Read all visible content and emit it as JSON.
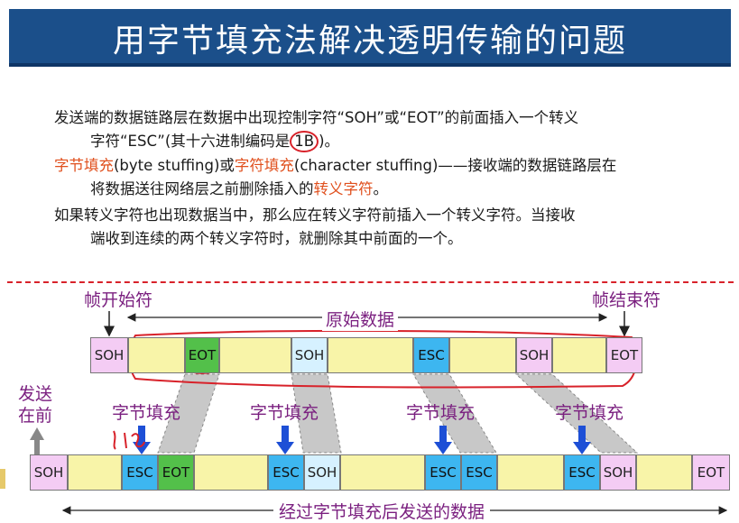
{
  "title": "用字节填充法解决透明传输的问题",
  "paragraphs": {
    "p1_line1": "发送端的数据链路层在数据中出现控制字符“SOH”或“EOT”的前面插入一个转义",
    "p1_line2_pre": "字符“ESC”(其十六进制编码是",
    "p1_line2_code": "1B",
    "p1_line2_post": ")。",
    "p2_term1": "字节填充",
    "p2_mid1": "(byte stuffing)或",
    "p2_term2": "字符填充",
    "p2_mid2": "(character stuffing)——接收端的数据链路层在",
    "p2_line2_pre": "将数据送往网络层之前删除插入的",
    "p2_line2_term": "转义字符",
    "p2_line2_post": "。",
    "p3_line1": "如果转义字符也出现数据当中，那么应在转义字符前插入一个转义字符。当接收",
    "p3_line2": "端收到连续的两个转义字符时，就删除其中前面的一个。"
  },
  "diagram": {
    "frame_start": "帧开始符",
    "frame_end": "帧结束符",
    "original_data": "原始数据",
    "send_first_line1": "发送",
    "send_first_line2": "在前",
    "stuffing_label": "字节填充",
    "sent_data": "经过字节填充后发送的数据",
    "top_row": [
      "SOH",
      "EOT",
      "SOH",
      "ESC",
      "SOH",
      "EOT"
    ],
    "bottom_row": [
      "SOH",
      "ESC",
      "EOT",
      "ESC",
      "SOH",
      "ESC",
      "ESC",
      "ESC",
      "SOH",
      "EOT"
    ]
  },
  "colors": {
    "title_bg": "#1b4f8a",
    "accent_red": "#e0501e",
    "label_purple": "#7a1f7f",
    "esc_blue": "#3db6f0",
    "eot_green": "#53c04a",
    "frame_pink": "#f4ccf4",
    "data_yellow": "#f8f4a8"
  }
}
